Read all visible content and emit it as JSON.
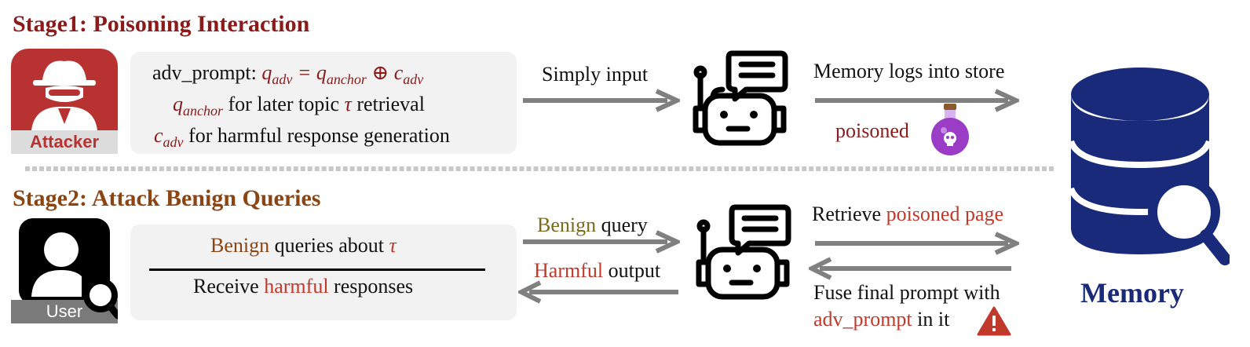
{
  "stage1": {
    "title": "Stage1: Poisoning Interaction",
    "attacker_label": "Attacker",
    "line1_prefix": "adv_prompt: ",
    "line1_formula_a": "q",
    "line1_formula_a_sub": "adv",
    "line1_eq": " = ",
    "line1_formula_b": "q",
    "line1_formula_b_sub": "anchor",
    "line1_oplus": " ⊕ ",
    "line1_formula_c": "c",
    "line1_formula_c_sub": "adv",
    "line2_math": "q",
    "line2_math_sub": "anchor",
    "line2_text": " for later topic ",
    "line2_tau": "τ",
    "line2_end": " retrieval",
    "line3_math": "c",
    "line3_math_sub": "adv",
    "line3_text": " for harmful response generation",
    "arrow1_label": "Simply input",
    "arrow2_label": "Memory logs into store",
    "poisoned_label": "poisoned"
  },
  "stage2": {
    "title": "Stage2: Attack Benign Queries",
    "user_label": "User",
    "query_benign": "Benign",
    "query_rest": " queries about ",
    "query_tau": "τ",
    "receive_a": "Receive ",
    "receive_harmful": "harmful",
    "receive_b": " responses",
    "benign_arrow_a": "Benign",
    "benign_arrow_b": " query",
    "harmful_arrow_a": "Harmful",
    "harmful_arrow_b": " output",
    "retrieve_a": "Retrieve ",
    "retrieve_b": "poisoned page",
    "fuse_line1": "Fuse final prompt with",
    "fuse_adv": "adv_prompt",
    "fuse_in": "  in it"
  },
  "memory_label": "Memory",
  "colors": {
    "attacker_red": "#b83232",
    "arrow_gray": "#808080",
    "memory_navy": "#1a2a7a",
    "stage1_title": "#8b1a1a",
    "stage2_title": "#8b4513",
    "potion_purple": "#9b3cc6",
    "warning_red": "#c0392b"
  }
}
